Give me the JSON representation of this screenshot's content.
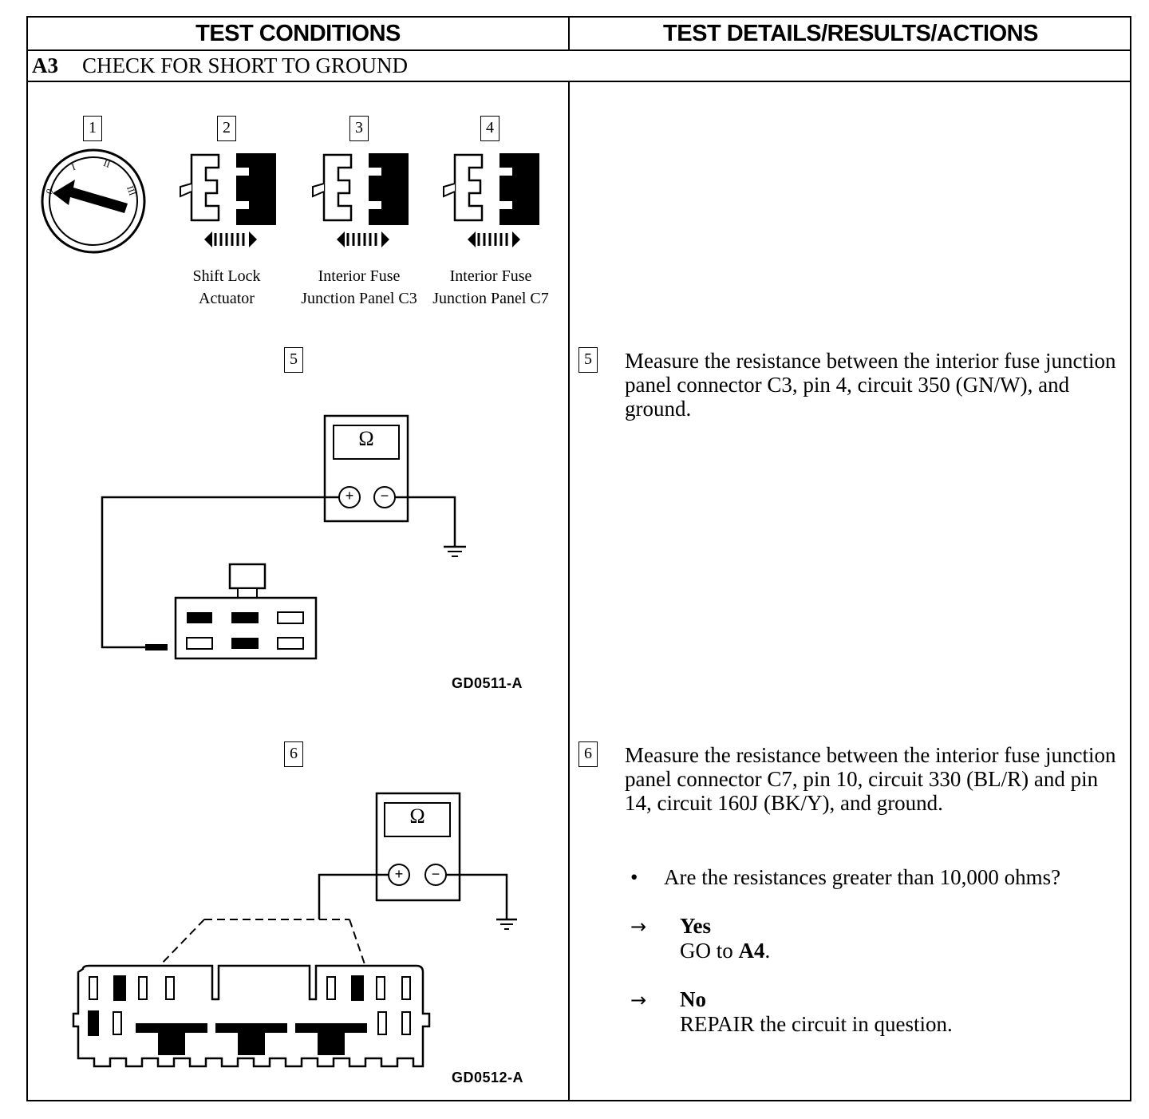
{
  "header": {
    "left_title": "TEST CONDITIONS",
    "right_title": "TEST DETAILS/RESULTS/ACTIONS"
  },
  "section": {
    "id": "A3",
    "title": "CHECK FOR SHORT TO GROUND"
  },
  "figure1": {
    "steps": [
      "1",
      "2",
      "3",
      "4"
    ],
    "captions": [
      {
        "line1": "Shift Lock",
        "line2": "Actuator"
      },
      {
        "line1": "Interior Fuse",
        "line2": "Junction Panel C3"
      },
      {
        "line1": "Interior Fuse",
        "line2": "Junction Panel C7"
      }
    ],
    "ignition_marks": [
      "0",
      "I",
      "II",
      "III"
    ]
  },
  "figure5": {
    "step": "5",
    "meter_symbol": "Ω",
    "plus": "+",
    "minus": "−",
    "figure_id": "GD0511-A"
  },
  "figure6": {
    "step": "6",
    "meter_symbol": "Ω",
    "plus": "+",
    "minus": "−",
    "figure_id": "GD0512-A"
  },
  "details": {
    "step5": {
      "num": "5",
      "text": "Measure the resistance between the interior fuse junction panel connector C3, pin 4, circuit 350 (GN/W), and ground."
    },
    "step6": {
      "num": "6",
      "text": "Measure the resistance between the interior fuse junction panel connector C7, pin 10, circuit 330 (BL/R) and pin 14, circuit 160J (BK/Y), and ground."
    },
    "question": "Are the resistances greater than 10,000 ohms?",
    "bullet": "•",
    "yes": {
      "arrow": "→",
      "label": "Yes",
      "action_prefix": "GO to ",
      "action_target": "A4",
      "action_suffix": "."
    },
    "no": {
      "arrow": "→",
      "label": "No",
      "action": "REPAIR the circuit in question."
    }
  }
}
